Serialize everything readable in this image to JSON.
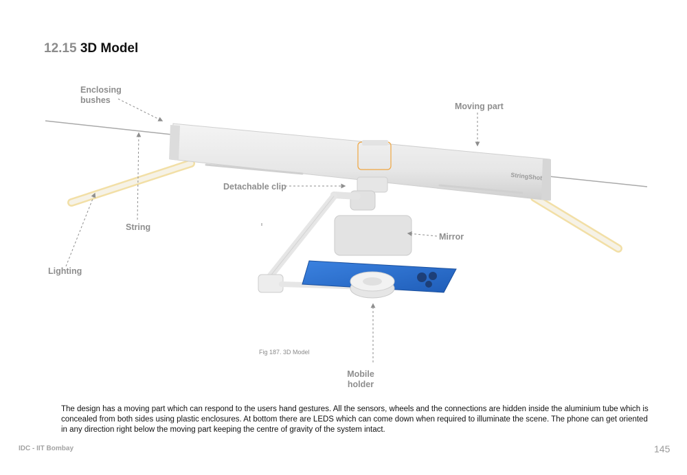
{
  "section": {
    "number": "12.15",
    "title": "3D Model"
  },
  "labels": {
    "enclosing_bushes_line1": "Enclosing",
    "enclosing_bushes_line2": "bushes",
    "moving_part": "Moving part",
    "detachable_clip": "Detachable clip",
    "string": "String",
    "mirror": "Mirror",
    "lighting": "Lighting",
    "mobile_holder_line1": "Mobile",
    "mobile_holder_line2": "holder"
  },
  "product_logo_text": "StringShot",
  "caption": "Fig 187.  3D Model",
  "description": "The design has a moving part which can respond to the users hand gestures. All the sensors, wheels and the connections are hidden inside the aluminium tube which is concealed from both sides using plastic enclosures. At bottom there are  LEDS which can come down when required to illuminate the scene. The phone can get oriented in any direction right below the moving part keeping the centre of gravity of the system intact.",
  "footer": {
    "left": "IDC - IIT Bombay",
    "page": "145"
  },
  "colors": {
    "phone": "#2e6fd0",
    "led_glow": "#f2dfa6",
    "body": "#e9e9e9",
    "label": "#8e8e8e",
    "accent_outline": "#f0a640"
  }
}
